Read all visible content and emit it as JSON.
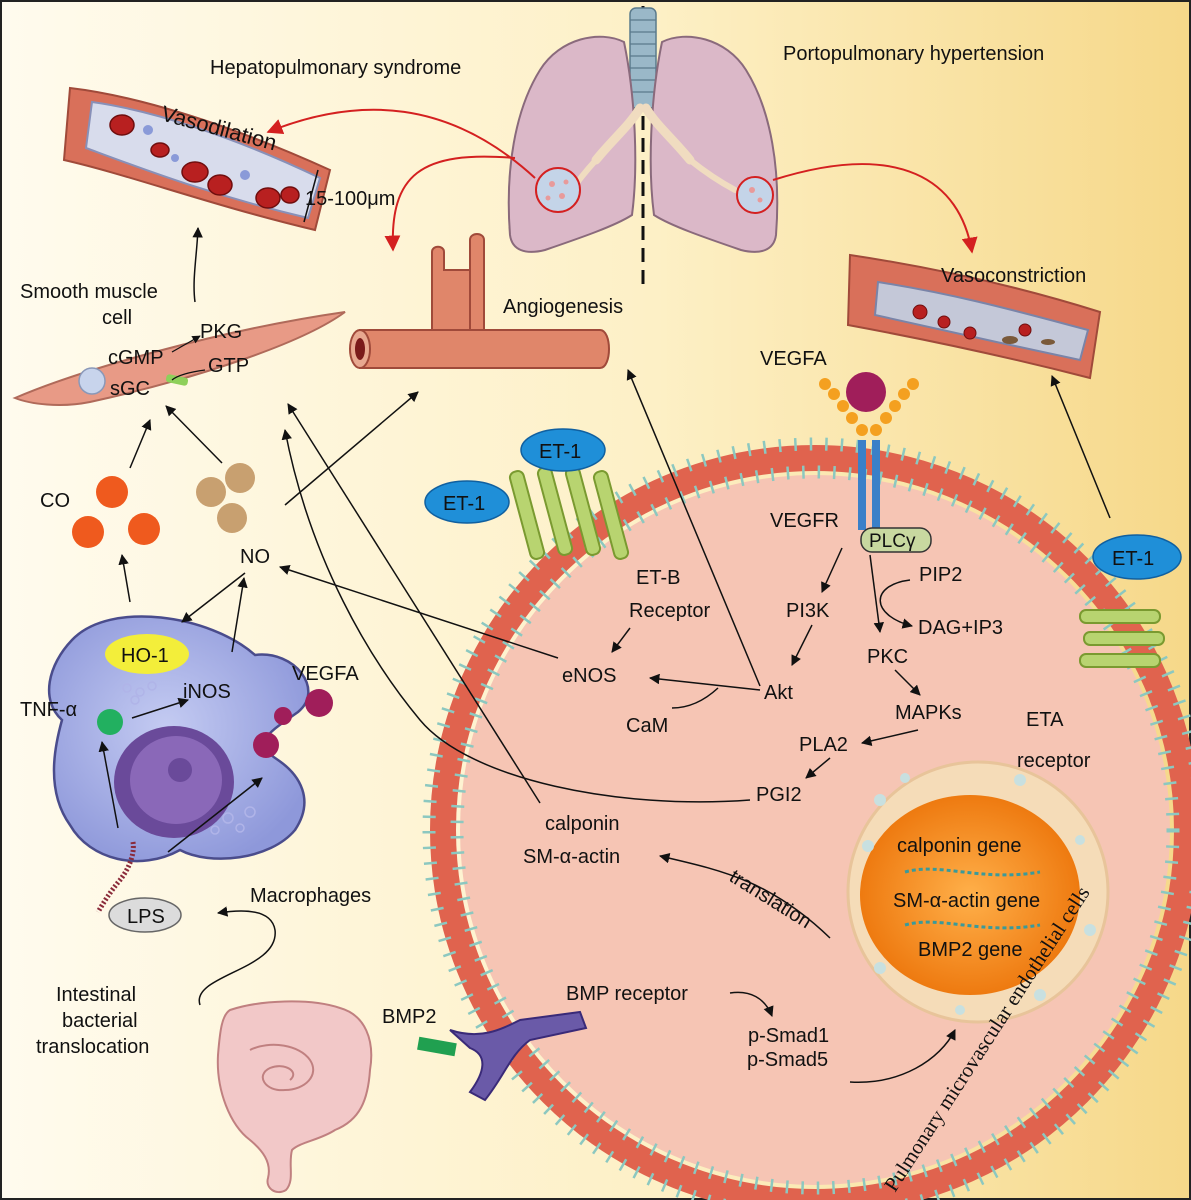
{
  "labels": {
    "hps": "Hepatopulmonary syndrome",
    "poph": "Portopulmonary hypertension",
    "vasodilation": "Vasodilation",
    "diameter": "15-100μm",
    "vasoconstriction": "Vasoconstriction",
    "angiogenesis": "Angiogenesis",
    "smooth_muscle_1": "Smooth muscle",
    "smooth_muscle_2": "cell",
    "pkg": "PKG",
    "cgmp": "cGMP",
    "gtp": "GTP",
    "sgc": "sGC",
    "co": "CO",
    "no": "NO",
    "ho1": "HO-1",
    "inos": "iNOS",
    "tnf": "TNF-α",
    "vegfa_macro": "VEGFA",
    "macrophages": "Macrophages",
    "lps": "LPS",
    "intestinal_1": "Intestinal",
    "intestinal_2": "bacterial",
    "intestinal_3": "translocation",
    "bmp2": "BMP2",
    "et1_a": "ET-1",
    "et1_b": "ET-1",
    "et1_c": "ET-1",
    "etb_1": "ET-B",
    "etb_2": "Receptor",
    "eta_1": "ETA",
    "eta_2": "receptor",
    "vegfa_cell": "VEGFA",
    "vegfr": "VEGFR",
    "plcg": "PLCγ",
    "pip2": "PIP2",
    "dagip3": "DAG+IP3",
    "pi3k": "PI3K",
    "pkc": "PKC",
    "akt": "Akt",
    "enos": "eNOS",
    "cam": "CaM",
    "mapks": "MAPKs",
    "pla2": "PLA2",
    "pgi2": "PGI2",
    "calponin": "calponin",
    "smactin": "SM-α-actin",
    "translation": "translation",
    "gene_calponin": "calponin gene",
    "gene_smactin": "SM-α-actin gene",
    "gene_bmp2": "BMP2 gene",
    "bmp_receptor": "BMP receptor",
    "psmad1": "p-Smad1",
    "psmad5": "p-Smad5",
    "cell_caption": "Pulmonary microvascular endothelial cells"
  },
  "colors": {
    "background_left": "#fdf8ea",
    "background_right": "#f7dc8e",
    "cell_interior": "#f6c5b4",
    "membrane_bead": "#8cc8c0",
    "membrane_band": "#e0634e",
    "nucleus_outer": "#f5dcb8",
    "nucleus_inner": "#f08a1a",
    "vessel": "#e0866a",
    "macrophage": "#a8b2e8",
    "arrow_red": "#d42020",
    "et1_oval": "#1f8fd8",
    "co_dot": "#ef5a1e",
    "no_dot": "#c8a070",
    "vegfa_dot": "#a01e5a",
    "ho1": "#f3ee3a",
    "tnf_dot": "#22b060",
    "lung": "#d8b8c8",
    "receptor_green": "#b8d470"
  }
}
